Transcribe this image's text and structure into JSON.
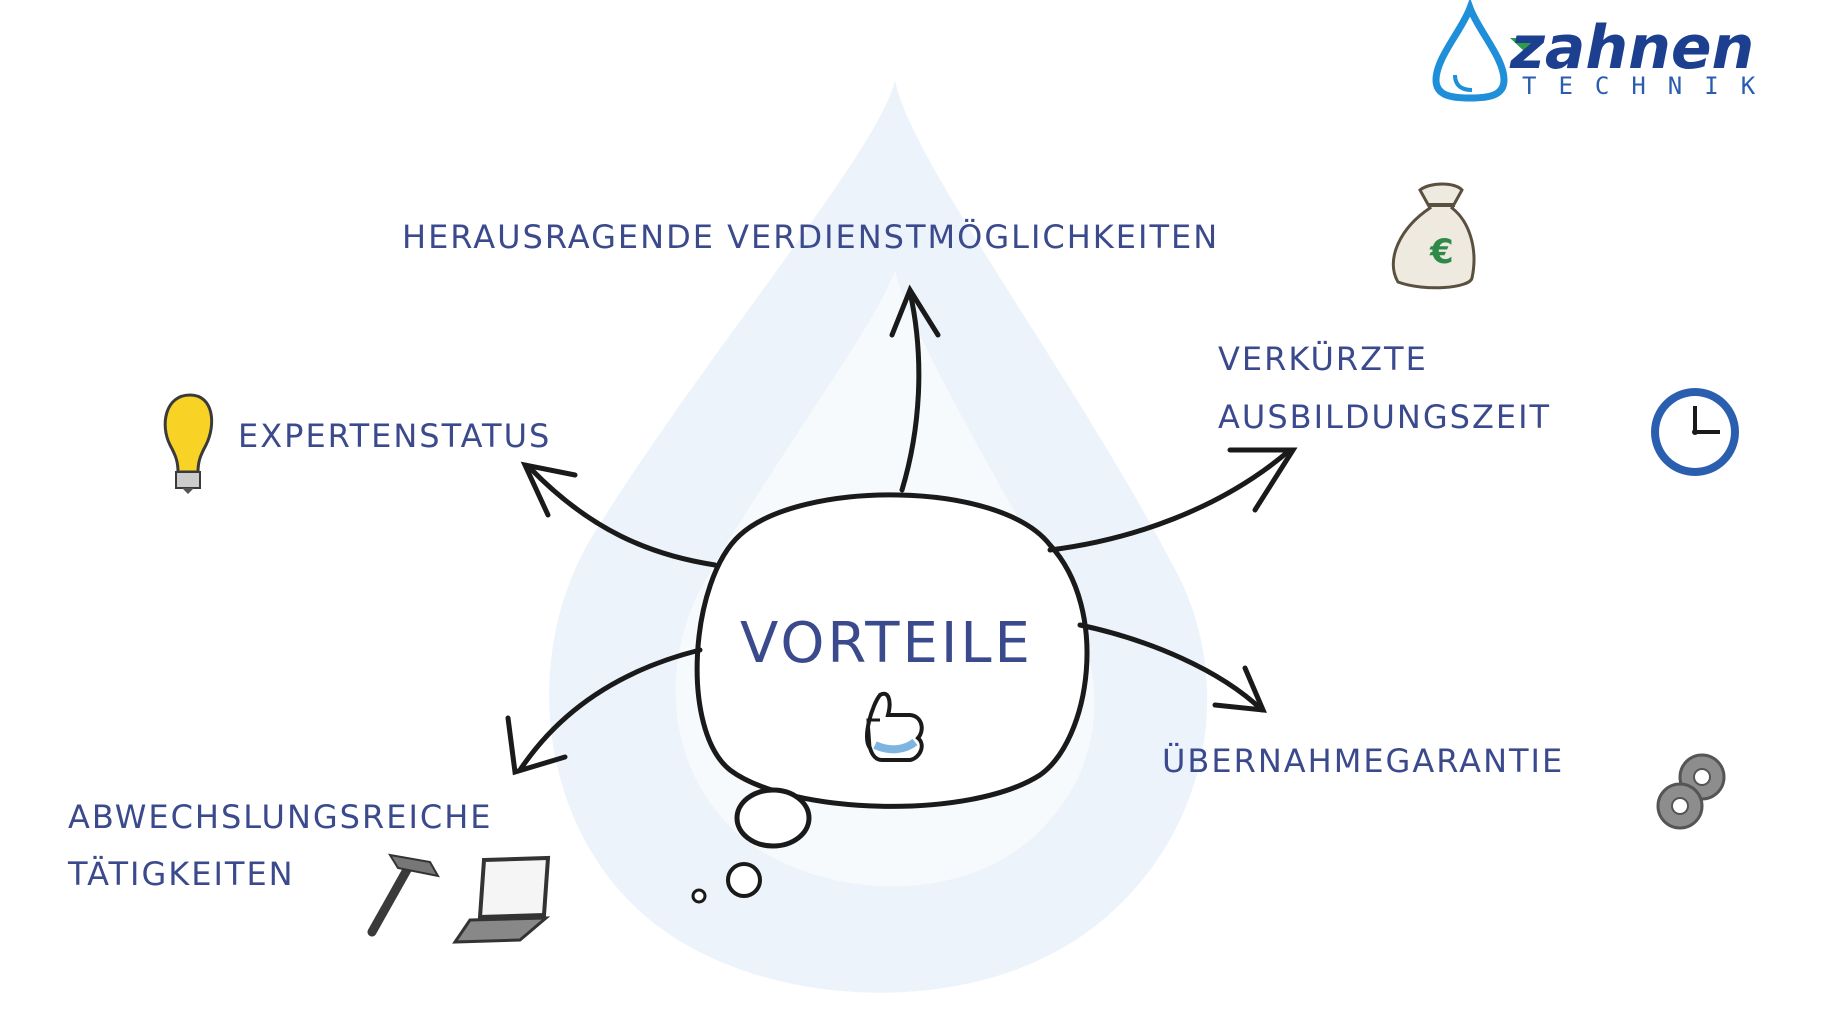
{
  "logo": {
    "name": "zahnen",
    "subtitle": "TECHNIK"
  },
  "center": {
    "title": "VORTEILE"
  },
  "benefits": {
    "top": "HERAUSRAGENDE VERDIENSTMÖGLICHKEITEN",
    "left": "EXPERTENSTATUS",
    "right_line1": "VERKÜRZTE",
    "right_line2": "AUSBILDUNGSZEIT",
    "lower_right": "ÜBERNAHMEGARANTIE",
    "lower_left_line1": "ABWECHSLUNGSREICHE",
    "lower_left_line2": "TÄTIGKEITEN"
  },
  "icons": [
    "money-bag-icon",
    "clock-icon",
    "lightbulb-icon",
    "gears-icon",
    "hammer-icon",
    "laptop-icon",
    "thumbs-up-icon"
  ],
  "colors": {
    "text": "#3b4a8c",
    "logo_blue": "#1c3f8f",
    "drop_watermark": "#e8f0f8"
  }
}
